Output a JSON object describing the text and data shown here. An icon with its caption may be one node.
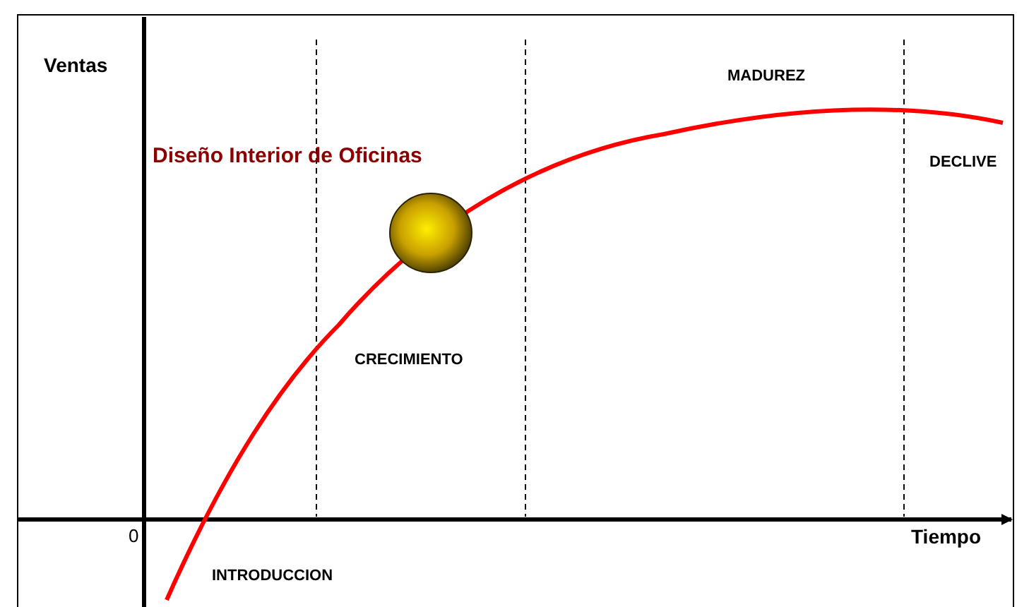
{
  "diagram": {
    "labels": [
      "Ventas",
      "MADUREZ",
      "Diseño Interior de Oficinas",
      "DECLIVE",
      "CRECIMIENTO",
      "0",
      "Tiempo",
      "INTRODUCCION"
    ]
  }
}
